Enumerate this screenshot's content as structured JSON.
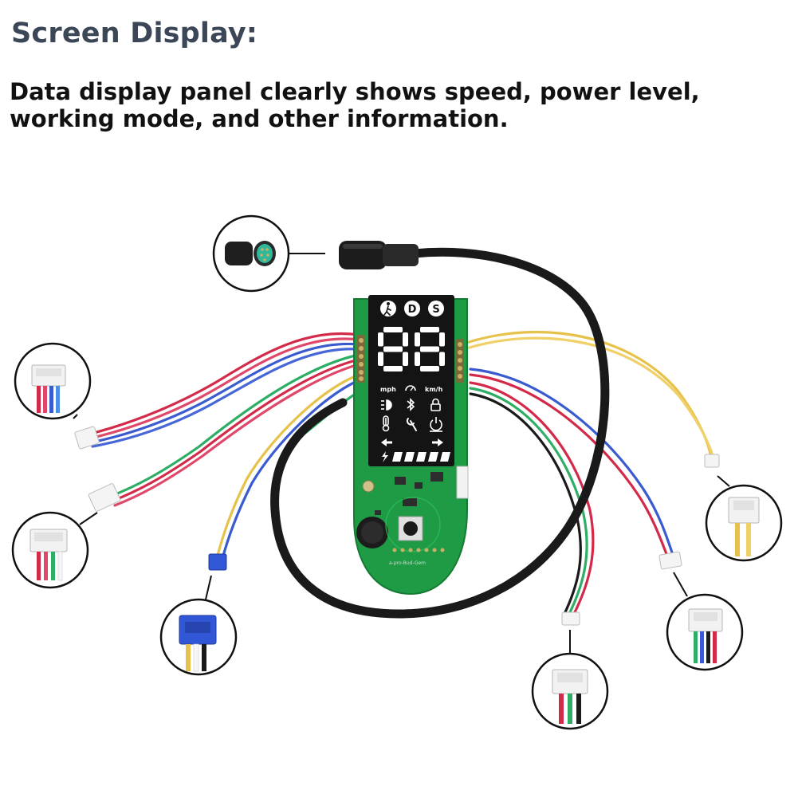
{
  "heading": "Screen Display:",
  "description": "Data display panel clearly shows speed, power level, working mode, and other information.",
  "display": {
    "mode_icons": [
      "pedestrian-icon",
      "D",
      "S"
    ],
    "speed_digits": "88",
    "unit_left": "mph",
    "unit_right": "km/h",
    "status_icons": [
      "headlight-icon",
      "bluetooth-icon",
      "lock-icon",
      "temperature-icon",
      "wrench-icon",
      "power-icon",
      "left-arrow-icon",
      "right-arrow-icon"
    ],
    "battery_segments": 5
  },
  "board": {
    "silkscreen": "a-pro-Bud-Gem"
  },
  "colors": {
    "heading": "#3b4656",
    "pcb": "#1f9a45",
    "lcd": "#141414",
    "wire_red": "#d42a4a",
    "wire_blue": "#3a5bd0",
    "wire_green": "#2eae64",
    "wire_yellow": "#e6c24a",
    "cable": "#1a1a1a"
  }
}
